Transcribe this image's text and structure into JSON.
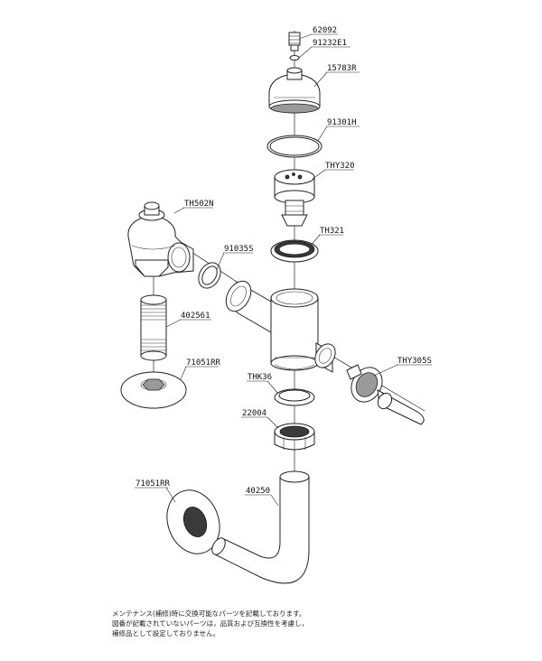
{
  "parts": {
    "p62092": "62092",
    "p91232e1": "91232E1",
    "p15783r": "15783R",
    "p91301h": "91301H",
    "thy320": "THY320",
    "th502n": "TH502N",
    "th321": "TH321",
    "p91035s": "91035S",
    "p402561": "402561",
    "p71051rr_upper": "71051RR",
    "thy305s": "THY305S",
    "thk36": "THK36",
    "p22004": "22004",
    "p71051rr_lower": "71051RR",
    "p40250": "40250"
  },
  "note": {
    "line1": "メンテナンス(補修)時に交換可能なパーツを記載しております。",
    "line2": "図番が記載されていないパーツは，品質および互換性を考慮し，",
    "line3": "補修品として設定しておりません。"
  }
}
